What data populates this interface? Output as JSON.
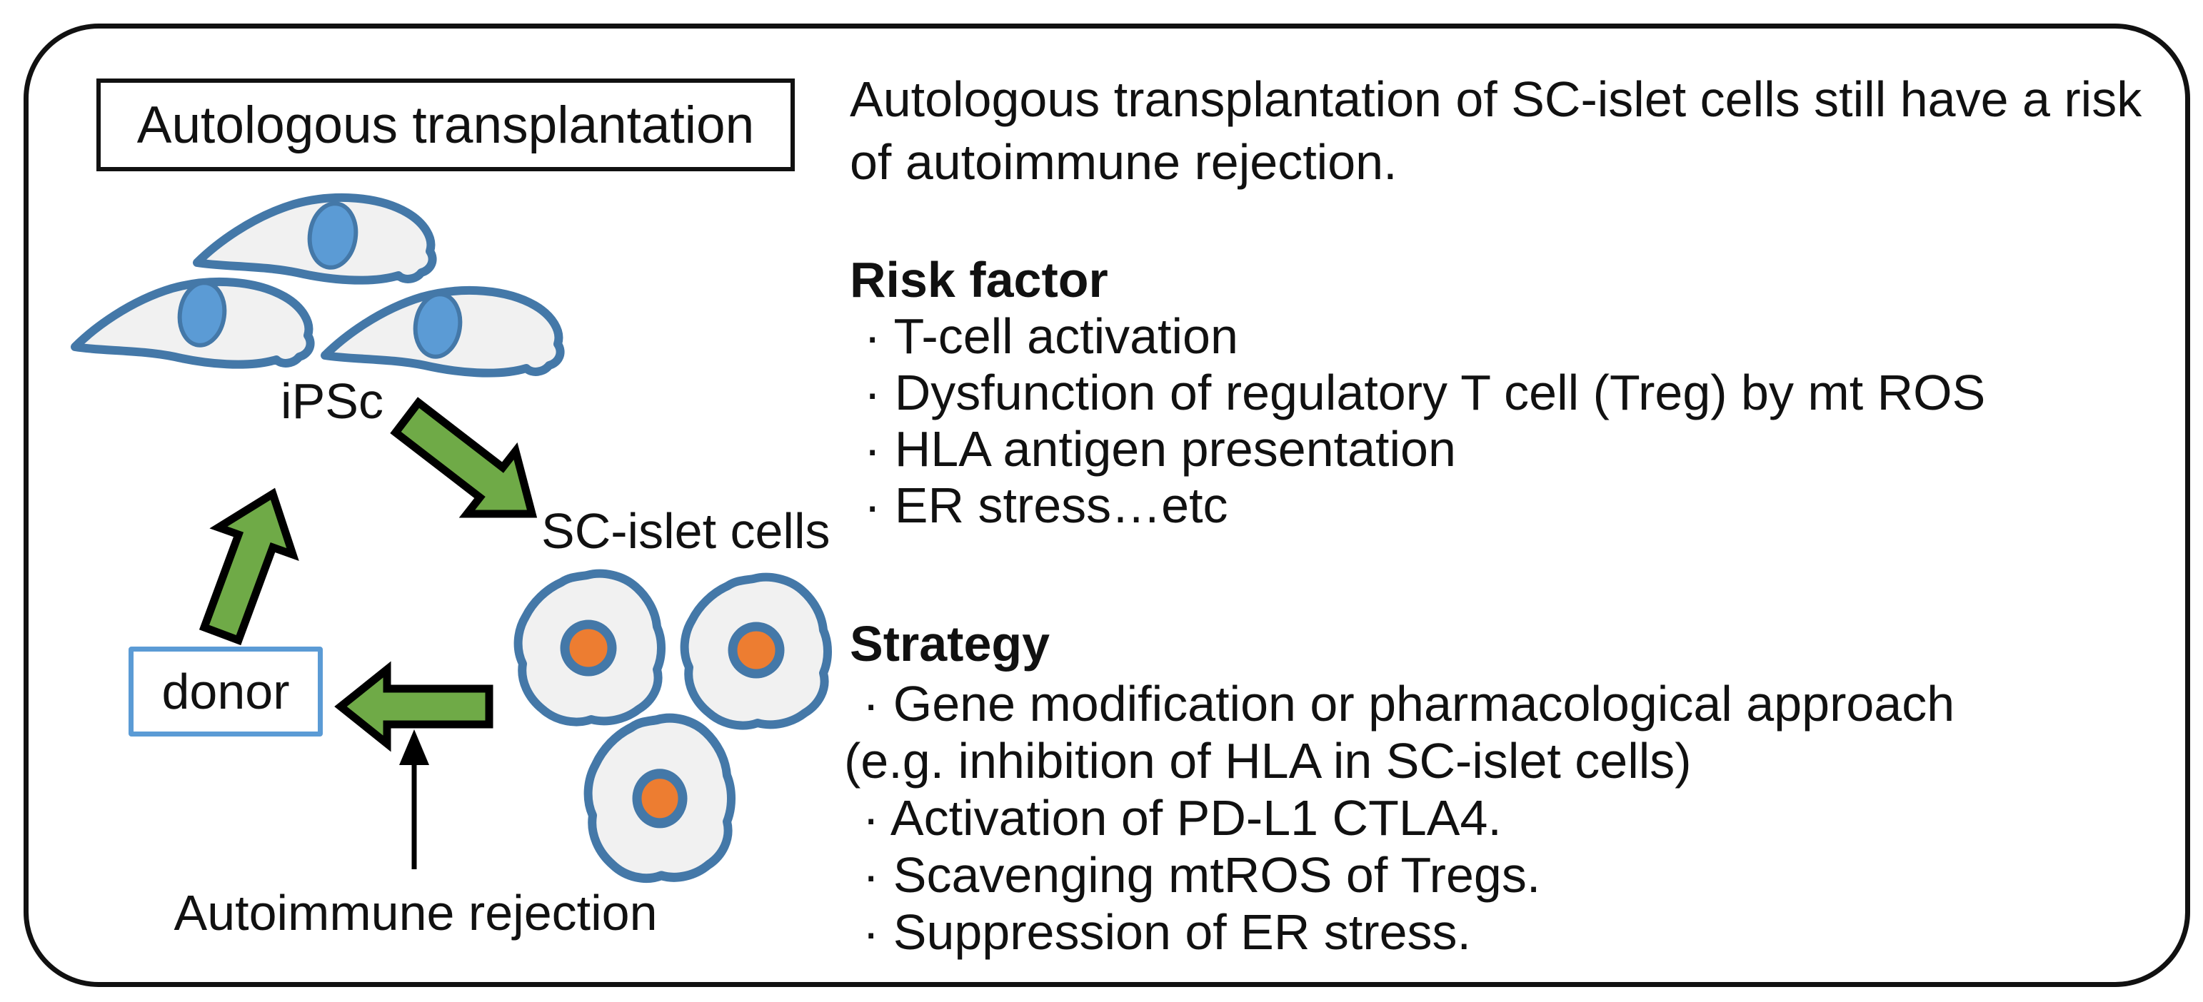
{
  "diagram": {
    "title_box": "Autologous transplantation",
    "ipsc_label": "iPSc",
    "sc_islet_label": "SC-islet cells",
    "donor_label": "donor",
    "autoimmune_label": "Autoimmune rejection"
  },
  "notes": {
    "intro_lines": [
      "Autologous transplantation of SC-islet cells still have a risk",
      "of autoimmune rejection."
    ],
    "risk_factor": {
      "heading": "Risk factor",
      "items": [
        "· T-cell activation",
        "· Dysfunction of regulatory T cell (Treg) by mt ROS",
        "· HLA antigen presentation",
        "· ER stress…etc"
      ]
    },
    "strategy": {
      "heading": "Strategy",
      "items": [
        "· Gene modification or pharmacological approach",
        "(e.g. inhibition of HLA in SC-islet cells)",
        "· Activation of PD-L1 CTLA4.",
        "· Scavenging mtROS of Tregs.",
        "· Suppression of ER stress."
      ]
    }
  },
  "colors": {
    "arrow_green": "#6faa47",
    "arrow_outline": "#000000",
    "cell_outline_blue": "#4478a8",
    "ipsc_nucleus_blue": "#5b9bd5",
    "islet_nucleus_orange": "#ed7d31",
    "cell_fill_gray": "#f1f1f1",
    "donor_border_blue": "#5b9bd5",
    "frame_black": "#111111"
  }
}
